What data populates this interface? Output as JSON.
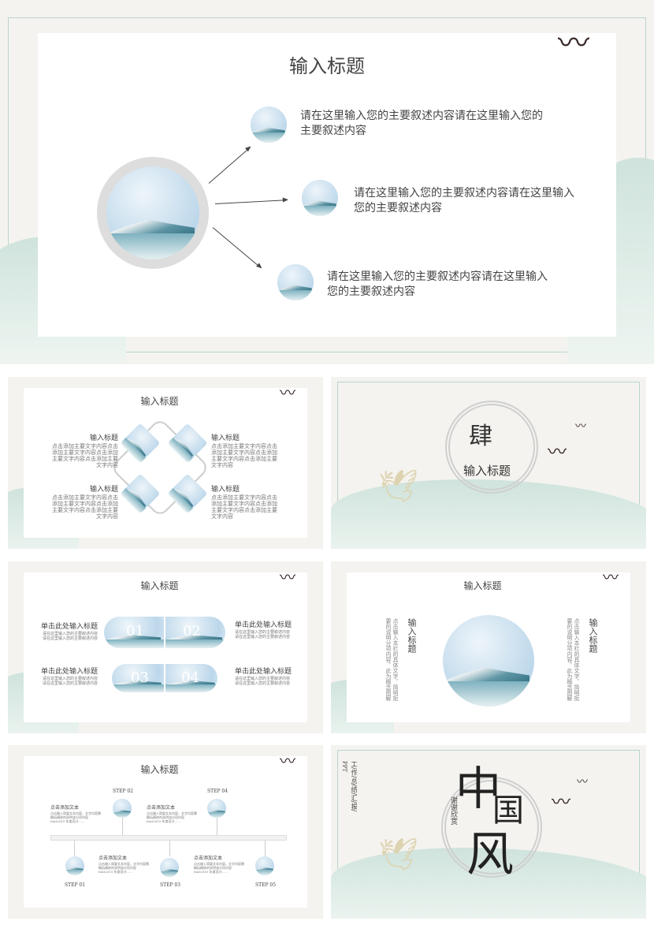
{
  "slide1": {
    "title": "输入标题",
    "items": [
      "请在这里输入您的主要叙述内容请在这里输入您的主要叙述内容",
      "请在这里输入您的主要叙述内容请在这里输入您的主要叙述内容",
      "请在这里输入您的主要叙述内容请在这里输入您的主要叙述内容"
    ]
  },
  "slide2": {
    "title": "输入标题",
    "items": [
      {
        "h": "输入标题",
        "t": "点击添加主要文字内容点击添加主要文字内容点击添加主要文字内容点击添加主要文字内容"
      },
      {
        "h": "输入标题",
        "t": "点击添加主要文字内容点击添加主要文字内容点击添加主要文字内容点击添加主要文字内容"
      },
      {
        "h": "输入标题",
        "t": "点击添加主要文字内容点击添加主要文字内容点击添加主要文字内容点击添加主要文字内容"
      },
      {
        "h": "输入标题",
        "t": "点击添加主要文字内容点击添加主要文字内容点击添加主要文字内容点击添加主要文字内容"
      }
    ]
  },
  "slide3": {
    "numeral": "肆",
    "title": "输入标题"
  },
  "slide4": {
    "title": "输入标题",
    "nums": [
      "01",
      "02",
      "03",
      "04"
    ],
    "items": [
      {
        "h": "单击此处输入标题",
        "t": "请在这里输入您的主要叙述内容请在这里输入您的主要叙述内容"
      },
      {
        "h": "单击此处输入标题",
        "t": "请在这里输入您的主要叙述内容请在这里输入您的主要叙述内容"
      },
      {
        "h": "单击此处输入标题",
        "t": "请在这里输入您的主要叙述内容请在这里输入您的主要叙述内容"
      },
      {
        "h": "单击此处输入标题",
        "t": "请在这里输入您的主要叙述内容请在这里输入您的主要叙述内容"
      }
    ]
  },
  "slide5": {
    "title": "输入标题",
    "left": {
      "h": "输入标题",
      "t": "点击输入本栏的具体文字，简明扼要的说明分项内容，此为概念图解"
    },
    "right": {
      "h": "输入标题",
      "t": "点击输入本栏的具体文字，简明扼要的说明分项内容，此为概念图解"
    }
  },
  "slide6": {
    "title": "输入标题",
    "steps": [
      "STEP 01",
      "STEP 02",
      "STEP 03",
      "STEP 04",
      "STEP 05"
    ],
    "items": [
      {
        "h": "点击添加文本",
        "t": "点击输入简要文本内容，文字内容需概括精炼的说明该分项内容 font2015 年度设计……"
      },
      {
        "h": "点击添加文本",
        "t": "点击输入简要文本内容，文字内容需概括精炼的说明该分项内容 font2015 年度设计……"
      },
      {
        "h": "点击添加文本",
        "t": "点击输入简要文本内容，文字内容需概括精炼的说明该分项内容 font2015 年度设计……"
      },
      {
        "h": "点击添加文本",
        "t": "点击输入简要文本内容，文字内容需概括精炼的说明该分项内容 font2015 年度设计……"
      }
    ]
  },
  "slide7": {
    "ppt": "PPT",
    "subtitle": "工/作/总/结/汇/报/",
    "big1": "中",
    "big2": "国",
    "big3": "风",
    "thanks": "谢谢欣赏"
  },
  "colors": {
    "frame": "#b9d3cf",
    "hill": "#cfe3dc",
    "ink": "#3a2a2a"
  }
}
